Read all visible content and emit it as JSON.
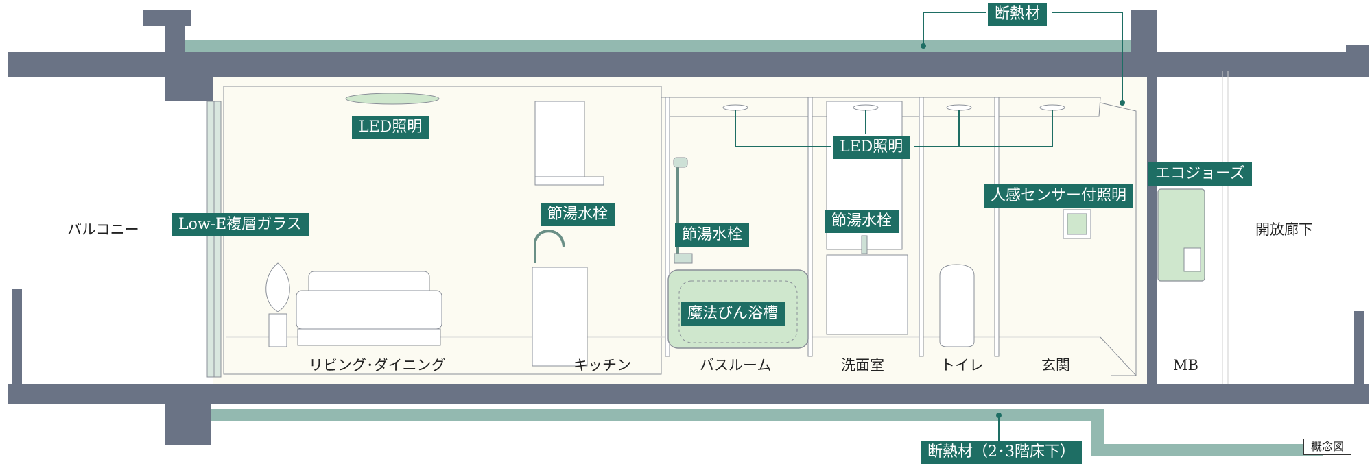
{
  "colors": {
    "structure": "#6a7385",
    "insulation": "#93b9b0",
    "interior": "#fcfbf2",
    "tag": "#1e6e64",
    "fixture_fill": "#cfe7cd",
    "fixture_line": "#8a8f98",
    "leader": "#1e6e64"
  },
  "labels": {
    "insulation_top": "断熱材",
    "led_living": "LED照明",
    "led_ceiling": "LED照明",
    "lowe_glass": "Low-E複層ガラス",
    "water_kitchen": "節湯水栓",
    "water_bath": "節湯水栓",
    "water_washroom": "節湯水栓",
    "bathtub": "魔法びん浴槽",
    "sensor_light": "人感センサー付照明",
    "ecojozu": "エコジョーズ",
    "insulation_floor": "断熱材（2･3階床下）"
  },
  "rooms": {
    "balcony": "バルコニー",
    "living_dining": "リビング･ダイニング",
    "kitchen": "キッチン",
    "bathroom": "バスルーム",
    "washroom": "洗面室",
    "toilet": "トイレ",
    "entrance": "玄関",
    "mb": "MB",
    "open_corridor": "開放廊下"
  },
  "note": "概念図"
}
